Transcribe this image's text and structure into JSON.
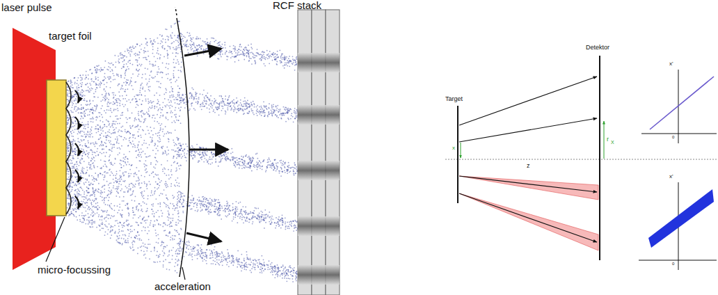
{
  "diagram": {
    "labels": [
      "laser pulse",
      "target foil",
      "micro-focussing",
      "acceleration",
      "RCF stack",
      "Target",
      "Detektor",
      "x",
      "z",
      "r",
      "X",
      "x'",
      "0",
      "x'",
      "0"
    ]
  }
}
